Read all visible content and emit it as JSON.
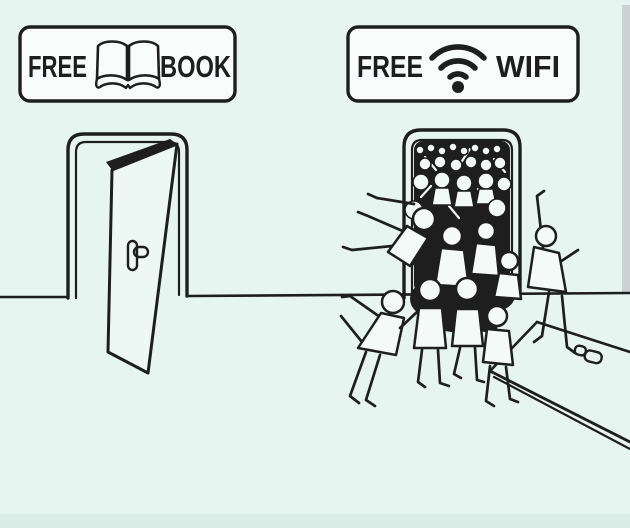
{
  "scene": {
    "description": "Hand-drawn cartoon: empty doorway under FREE BOOK sign; crowd of stick figures cramming through doorway under FREE WIFI sign",
    "background_color": "#e7f5f1",
    "ink_color": "#1e1e1e",
    "sign_fill_color": "#f8fcfb",
    "edge_strip_color": "#ccd1d3"
  },
  "signs": {
    "book": {
      "left_text": "FREE",
      "right_text": "BOOK",
      "icon": "open-book-icon"
    },
    "wifi": {
      "left_text": "FREE",
      "right_text": "WIFI",
      "icon": "wifi-icon"
    }
  }
}
